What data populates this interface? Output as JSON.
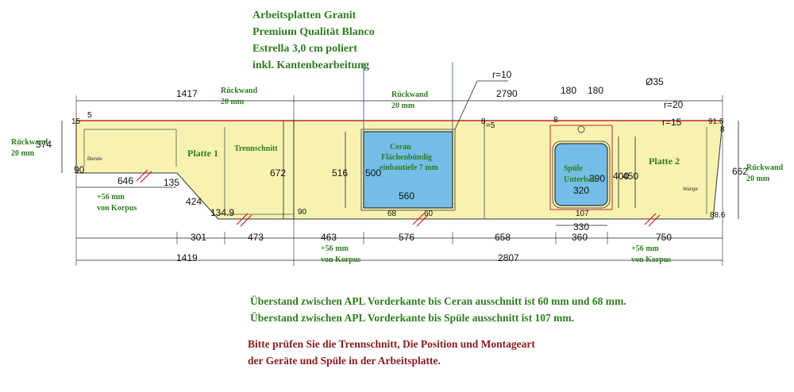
{
  "header": {
    "lines": [
      "Arbeitsplatten Granit",
      "Premium Qualität Blanco",
      "Estrella 3,0 cm poliert",
      "inkl. Kantenbearbeitung"
    ]
  },
  "labels": {
    "platte1": "Platte 1",
    "platte2": "Platte 2",
    "trennschnitt": "Trennschnitt",
    "ruckwand_left": [
      "Rückwand",
      "20 mm"
    ],
    "ruckwand_top1": [
      "Rückwand",
      "20 mm"
    ],
    "ruckwand_top2": [
      "Rückwand",
      "20 mm"
    ],
    "ruckwand_right": [
      "Rückwand",
      "20 mm"
    ],
    "ceran": [
      "Ceran",
      "Flächenbündig",
      "einbautiefe 7 mm"
    ],
    "spule": [
      "Spüle",
      "Unterbau"
    ],
    "korpus1": [
      "+56 mm",
      "von Korpus"
    ],
    "korpus2": [
      "+56 mm",
      "von Korpus"
    ],
    "korpus3": [
      "+56 mm",
      "von Korpus"
    ],
    "blende": "Blende",
    "wange": "Wange"
  },
  "dims": {
    "top_left": "1417",
    "top_right": "2790",
    "d180a": "180",
    "d180b": "180",
    "d35": "Ø35",
    "r10": "r=10",
    "r20": "r=20",
    "r15": "r=15",
    "d15": "15",
    "d5a": "5",
    "d374": "374",
    "d90a": "90",
    "d646": "646",
    "d135": "135",
    "d424": "424",
    "d1349": "134.9",
    "d90b": "90",
    "d672": "672",
    "d516": "516",
    "d500": "500",
    "d560": "560",
    "d8a": "8",
    "d5b": "=5",
    "d68": "68",
    "d60": "60",
    "d8b": "8",
    "d400": "400",
    "d450": "450",
    "d390": "390",
    "d320": "320",
    "d107": "107",
    "d330": "330",
    "d916": "91.6",
    "d8c": "8",
    "d662": "662",
    "d886": "88.6",
    "bot301": "301",
    "bot473": "473",
    "bot463": "463",
    "bot576": "576",
    "bot658": "658",
    "bot360": "360",
    "bot750": "750",
    "total_left": "1419",
    "total_right": "2807"
  },
  "notes": {
    "line1": "Überstand zwischen APL Vorderkante bis Ceran ausschnitt ist 60 mm und 68 mm.",
    "line2": "Überstand zwischen APL Vorderkante bis Spüle ausschnitt ist 107 mm.",
    "line3": "Bitte prüfen Sie die Trennschnitt, Die Position und Montageart",
    "line4": "der Geräte und Spüle in der Arbeitsplatte."
  },
  "colors": {
    "slab": "#f7f2b0",
    "cutout": "#74bde6",
    "green_text": "#2e7d1f",
    "red_text": "#8b1a1a",
    "cut_line": "#d02020"
  }
}
